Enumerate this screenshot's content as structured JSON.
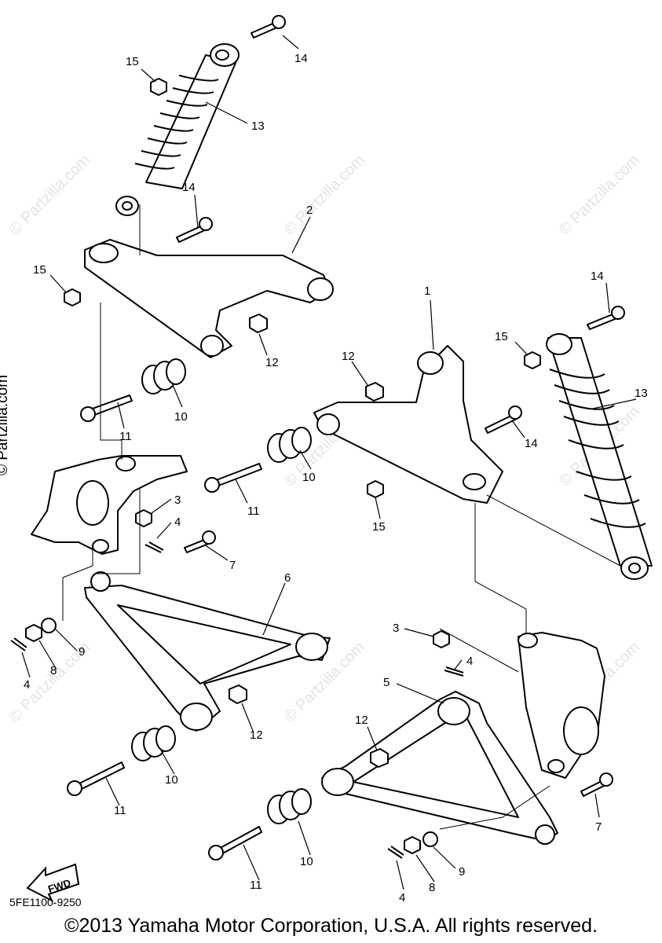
{
  "callouts": {
    "c1": "1",
    "c2": "2",
    "c3a": "3",
    "c3b": "3",
    "c4a": "4",
    "c4b": "4",
    "c4c": "4",
    "c4d": "4",
    "c5": "5",
    "c6": "6",
    "c7a": "7",
    "c7b": "7",
    "c8a": "8",
    "c8b": "8",
    "c9a": "9",
    "c9b": "9",
    "c10a": "10",
    "c10b": "10",
    "c10c": "10",
    "c10d": "10",
    "c11a": "11",
    "c11b": "11",
    "c11c": "11",
    "c11d": "11",
    "c12a": "12",
    "c12b": "12",
    "c12c": "12",
    "c12d": "12",
    "c13a": "13",
    "c13b": "13",
    "c14a": "14",
    "c14b": "14",
    "c14c": "14",
    "c14d": "14",
    "c15a": "15",
    "c15b": "15",
    "c15c": "15",
    "c15d": "15"
  },
  "fwd_label": "FWD",
  "diagram_code": "5FE1100-9250",
  "copyright": "©2013 Yamaha Motor Corporation, U.S.A. All rights reserved.",
  "side_watermark": "© Partzilla.com",
  "watermark": "© Partzilla.com"
}
